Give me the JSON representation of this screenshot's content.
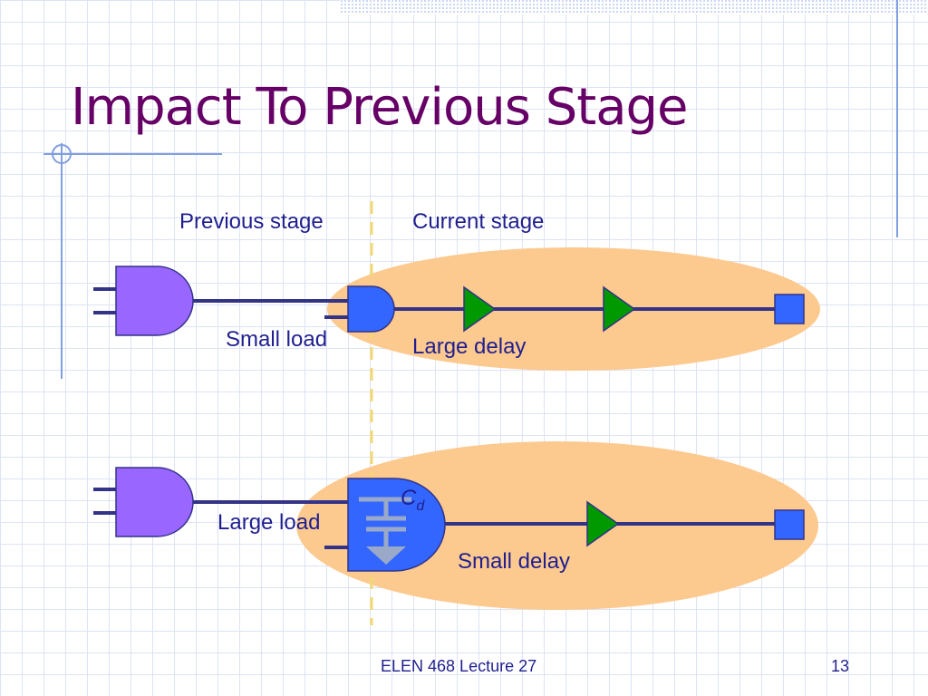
{
  "slide": {
    "title": "Impact To Previous Stage",
    "footer": "ELEN 468 Lecture 27",
    "page_number": "13"
  },
  "diagram": {
    "previous_stage_label": "Previous stage",
    "current_stage_label": "Current stage",
    "top": {
      "load_label": "Small load",
      "delay_label": "Large delay"
    },
    "bottom": {
      "load_label": "Large load",
      "delay_label": "Small delay",
      "capacitor_label": "C",
      "capacitor_subscript": "d"
    }
  },
  "colors": {
    "title": "#660066",
    "text": "#1f1f8f",
    "grid": "#dde3f5",
    "frame": "#7f9fdf",
    "stage_ellipse": "#fcc98f",
    "divider": "#f2d870",
    "previous_gate": "#9966ff",
    "current_gate": "#3366ff",
    "buffer": "#009900",
    "wire": "#333388",
    "output_square": "#3366ff",
    "capacitor": "#9aa9c8"
  }
}
